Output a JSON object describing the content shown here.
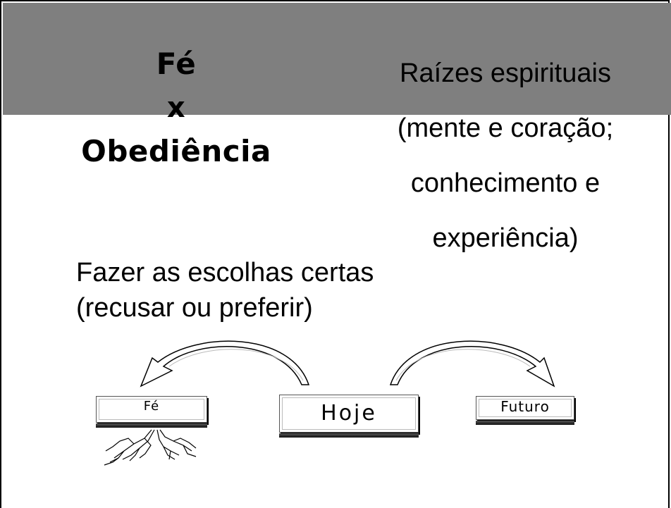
{
  "slide": {
    "title_lines": [
      "Fé",
      "x",
      "Obediência"
    ],
    "roots_lines": [
      "Raízes espirituais",
      "(mente e coração;",
      "conhecimento e",
      "experiência)"
    ],
    "choices_lines": [
      "Fazer as escolhas certas",
      "(recusar ou preferir)"
    ]
  },
  "diagram": {
    "keys": {
      "past": "Fé",
      "present": "Hoje",
      "future": "Futuro"
    },
    "icons": {
      "arrow_left": "curved-arrow-left-icon",
      "arrow_right": "curved-arrow-right-icon",
      "roots": "roots-icon"
    }
  },
  "colors": {
    "header_band": "#7f7f7f",
    "background": "#ffffff",
    "text": "#000000"
  }
}
